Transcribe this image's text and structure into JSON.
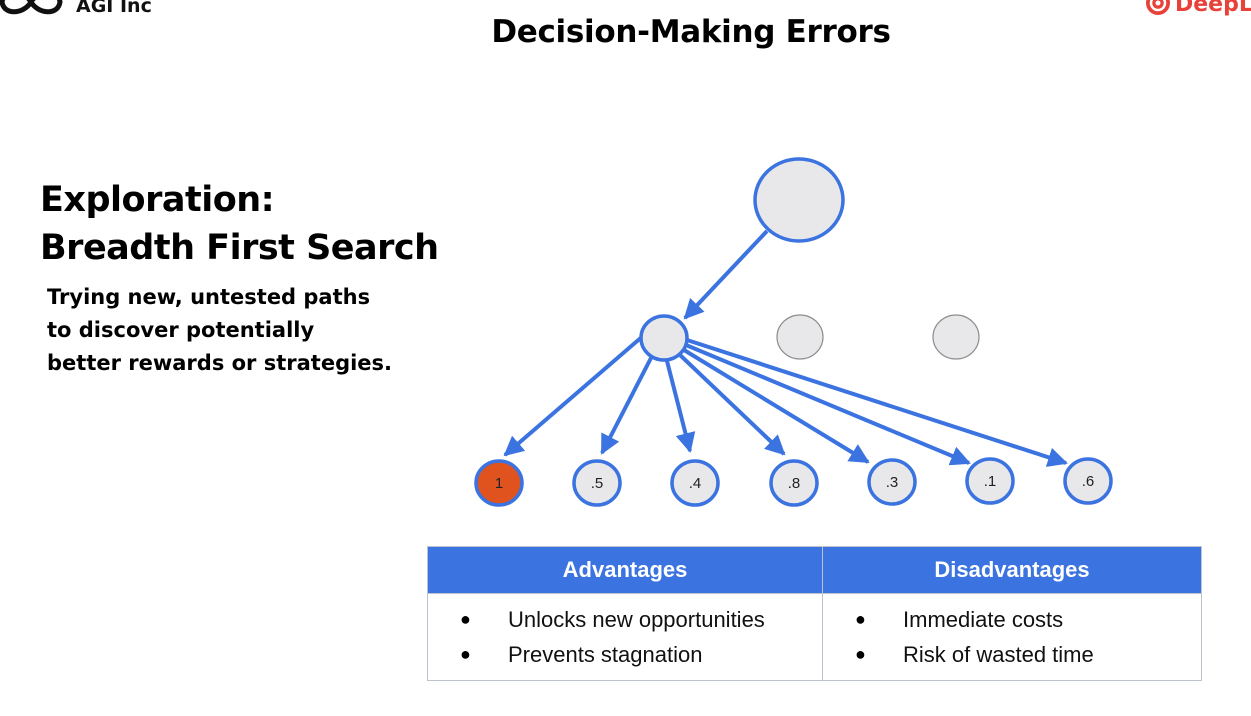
{
  "logos": {
    "left": {
      "icon": "infinity-icon",
      "text": "AGI Inc"
    },
    "right": {
      "icon": "deeplearning-icon",
      "text": "DeepL"
    }
  },
  "slide": {
    "title": "Decision-Making Errors",
    "heading_line1": "Exploration:",
    "heading_line2": "Breadth First Search",
    "description_lines": [
      "Trying new, untested paths",
      "to discover potentially",
      "better rewards or strategies."
    ]
  },
  "tree": {
    "leaf_labels": [
      "1",
      ".5",
      ".4",
      ".8",
      ".3",
      ".1",
      ".6"
    ],
    "selected_leaf_index": 0
  },
  "colors": {
    "node_fill": "#e8e8ea",
    "edge_blue": "#3b73e0",
    "highlight_orange": "#e0531f",
    "header_blue": "#3b73e0",
    "logo_red": "#e8413a"
  },
  "table": {
    "headers": [
      "Advantages",
      "Disadvantages"
    ],
    "advantages": [
      "Unlocks new opportunities",
      "Prevents stagnation"
    ],
    "disadvantages": [
      "Immediate costs",
      "Risk of wasted time"
    ]
  }
}
